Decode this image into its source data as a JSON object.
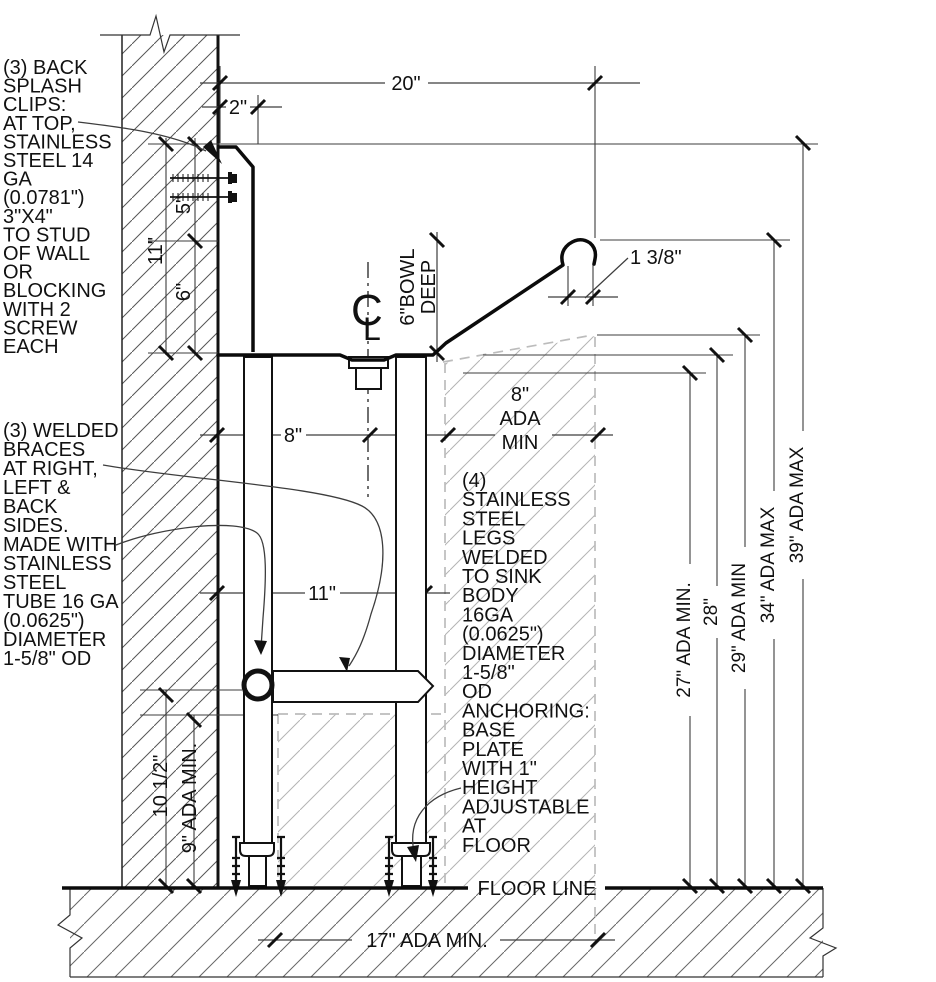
{
  "annotations": {
    "backsplash_clips": {
      "lines": [
        "(3) BACK",
        "SPLASH",
        "CLIPS:",
        "AT TOP,",
        "STAINLESS",
        "STEEL 14",
        "GA",
        "(0.0781\")",
        "3\"X4\"",
        "TO STUD",
        "OF WALL",
        "OR",
        "BLOCKING",
        "WITH 2",
        "SCREW",
        "EACH"
      ]
    },
    "welded_braces": {
      "lines": [
        "(3) WELDED",
        "BRACES",
        "AT RIGHT,",
        "LEFT &",
        "BACK",
        "SIDES.",
        "MADE WITH",
        "STAINLESS",
        "STEEL",
        "TUBE 16 GA",
        "(0.0625\")",
        "DIAMETER",
        "1-5/8\" OD"
      ]
    },
    "legs": {
      "lines": [
        "(4)",
        "STAINLESS",
        "STEEL",
        "LEGS",
        "WELDED",
        "TO SINK",
        "BODY",
        "16GA",
        "(0.0625\")",
        "DIAMETER",
        "1-5/8\"",
        "OD",
        "ANCHORING:",
        "BASE",
        "PLATE",
        "WITH 1\"",
        "HEIGHT",
        "ADJUSTABLE",
        "AT",
        "FLOOR"
      ]
    }
  },
  "dimensions": {
    "top_width": "20\"",
    "backsplash_thickness": "2\"",
    "clip_zone": "5\"",
    "splash_height": "11\"",
    "rim_to_bowl": "6\"",
    "bowl_depth_line1": "6\"BOWL",
    "bowl_depth_line2": "DEEP",
    "rim_roll": "1 3/8\"",
    "center_offset": "8\"",
    "knee_line1": "8\"",
    "knee_line2": "ADA",
    "knee_line3": "MIN",
    "leg_spacing": "11\"",
    "brace_height": "10 1/2\"",
    "toe_clearance": "9\" ADA MIN.",
    "ada_27": "27\" ADA MIN.",
    "ada_28": "28\"",
    "ada_29": "29\" ADA MIN",
    "ada_34": "34\" ADA MAX",
    "ada_39": "39\" ADA MAX",
    "floor_depth": "17\" ADA MIN.",
    "centerline_c": "C",
    "centerline_l": "L"
  },
  "labels": {
    "floor_line": "FLOOR LINE"
  },
  "colors": {
    "line": "#111111",
    "dim": "#3d3d3d",
    "hatch_wall": "#555555",
    "hatch_slab": "#666666",
    "hatch_zone": "#b0b0b0",
    "dashed_zone": "#bcbcbc",
    "background": "#ffffff"
  }
}
